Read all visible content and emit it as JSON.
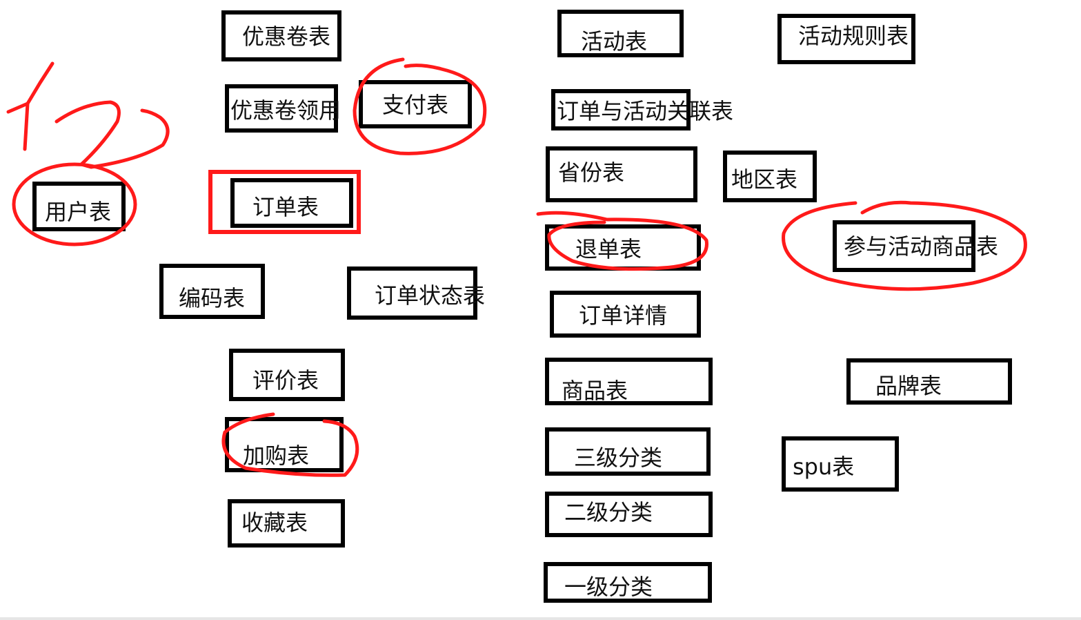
{
  "tables": {
    "coupon": "优惠卷表",
    "coupon_use": "优惠卷领用",
    "payment": "支付表",
    "user": "用户表",
    "order": "订单表",
    "code": "编码表",
    "order_status": "订单状态表",
    "comment": "评价表",
    "cart": "加购表",
    "favorite": "收藏表",
    "activity": "活动表",
    "activity_rule": "活动规则表",
    "order_activity": "订单与活动关联表",
    "province": "省份表",
    "region": "地区表",
    "refund": "退单表",
    "activity_sku": "参与活动商品表",
    "order_detail": "订单详情",
    "sku": "商品表",
    "brand": "品牌表",
    "category3": "三级分类",
    "spu": "spu表",
    "category2": "二级分类",
    "category1": "一级分类"
  },
  "annotation": {
    "handwritten_number": "12",
    "stroke_color": "#ff1a1a",
    "highlight_color": "#ff1a1a",
    "circled_tables": [
      "支付表",
      "用户表",
      "退单表",
      "参与活动商品表",
      "加购表"
    ],
    "highlighted_table": "订单表"
  }
}
